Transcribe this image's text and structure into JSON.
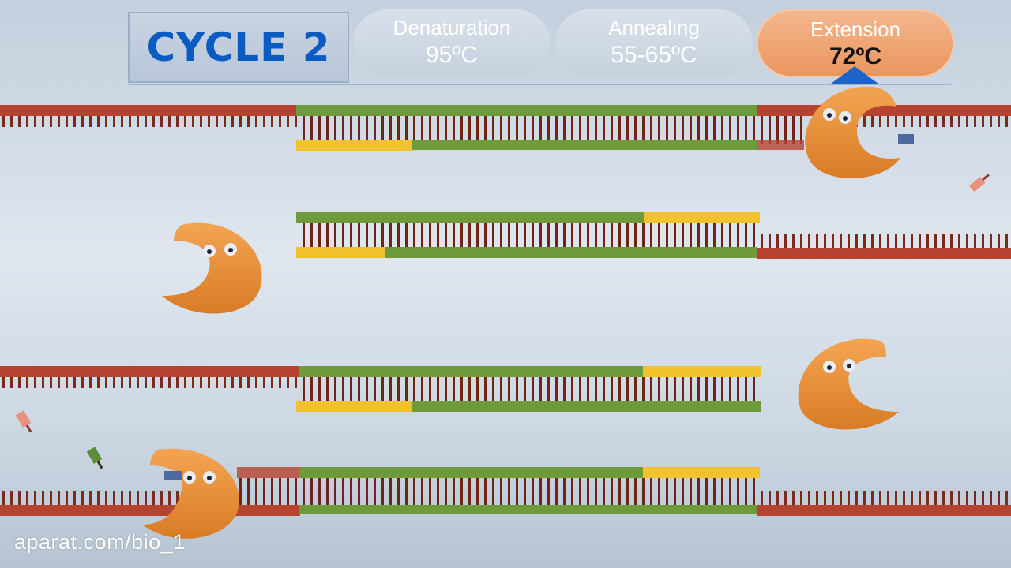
{
  "cycle": {
    "title": "CYCLE 2"
  },
  "steps": [
    {
      "name": "Denaturation",
      "temp": "95ºC",
      "active": false
    },
    {
      "name": "Annealing",
      "temp": "55-65ºC",
      "active": false
    },
    {
      "name": "Extension",
      "temp": "72ºC",
      "active": true
    }
  ],
  "watermark": "aparat.com/bio_1",
  "colors": {
    "template_strand": "#b5432f",
    "new_strand": "#6f9a3c",
    "primer": "#f2c12e",
    "polymerase": "#eb9238",
    "active_step": "#ea955d",
    "cycle_title": "#0a5cc2"
  }
}
